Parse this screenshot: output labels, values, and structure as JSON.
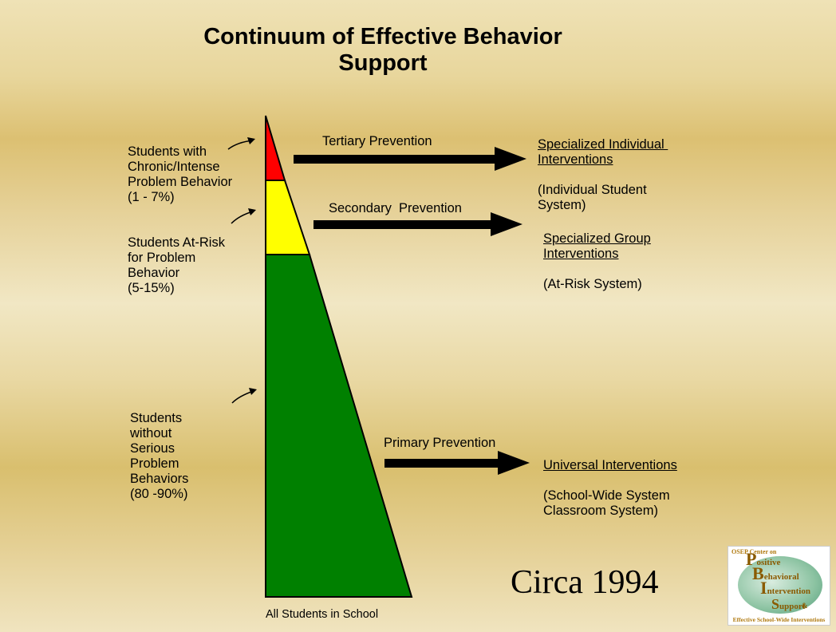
{
  "title": "Continuum of Effective Behavior\nSupport",
  "tiers": [
    {
      "group_label": "Students with\nChronic/Intense\nProblem Behavior\n(1 - 7%)",
      "prevention": "Tertiary Prevention",
      "intervention_title": "Specialized Individual \nInterventions",
      "intervention_detail": "(Individual Student\nSystem)",
      "color": "#ff0000"
    },
    {
      "group_label": "Students At-Risk\nfor Problem\nBehavior\n(5-15%)",
      "prevention": "Secondary  Prevention",
      "intervention_title": "Specialized Group\nInterventions",
      "intervention_detail": "(At-Risk System)",
      "color": "#ffff00"
    },
    {
      "group_label": "Students\nwithout\nSerious\nProblem\nBehaviors\n(80 -90%)",
      "prevention": "Primary Prevention",
      "intervention_title": "Universal Interventions",
      "intervention_detail": "(School-Wide System\nClassroom System)",
      "color": "#008000"
    }
  ],
  "base_label": "All Students in School",
  "circa": "Circa 1994",
  "logo": {
    "top": "OSEP Center on",
    "p": "P",
    "p_rest": "ositive",
    "b": "B",
    "b_rest": "ehavioral",
    "i": "I",
    "i_rest": "ntervention",
    "amp": "&",
    "s": "S",
    "s_rest": "upport",
    "bottom": "Effective School-Wide Interventions"
  }
}
